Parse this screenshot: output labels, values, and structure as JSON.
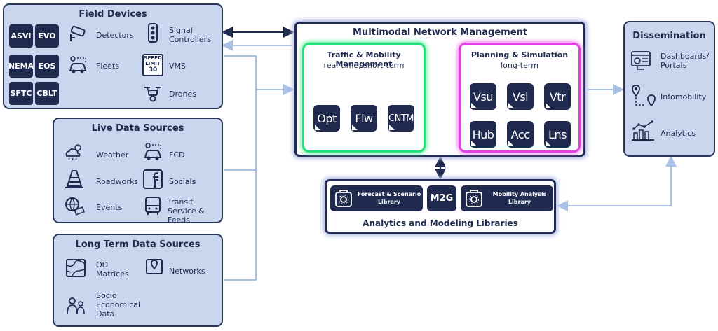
{
  "field_devices": {
    "title": "Field Devices",
    "badges": [
      "ASVI",
      "EVO",
      "NEMA",
      "EOS",
      "SFTC",
      "CBLT"
    ],
    "items": [
      {
        "label": "Detectors",
        "icon": "camera-icon"
      },
      {
        "label": "Signal Controllers",
        "icon": "traffic-light-icon"
      },
      {
        "label": "Fleets",
        "icon": "car-location-icon"
      },
      {
        "label": "VMS",
        "icon": "speed-sign-icon"
      },
      {
        "label": "Drones",
        "icon": "drone-icon"
      }
    ],
    "vms_sign": {
      "line1": "SPEED",
      "line2": "LIMIT",
      "line3": "30"
    }
  },
  "live_sources": {
    "title": "Live Data Sources",
    "items": [
      {
        "label": "Weather",
        "icon": "weather-icon"
      },
      {
        "label": "FCD",
        "icon": "car-location-icon"
      },
      {
        "label": "Roadworks",
        "icon": "cone-icon"
      },
      {
        "label": "Socials",
        "icon": "facebook-icon"
      },
      {
        "label": "Events",
        "icon": "events-icon"
      },
      {
        "label": "Transit Service & Feeds",
        "icon": "bus-icon"
      }
    ]
  },
  "long_term_sources": {
    "title": "Long Term Data Sources",
    "items": [
      {
        "label": "OD Matrices",
        "icon": "map-icon"
      },
      {
        "label": "Networks",
        "icon": "map-pin-icon"
      },
      {
        "label": "Socio Economical Data",
        "icon": "people-icon"
      }
    ]
  },
  "mnm": {
    "title": "Multimodal Network Management",
    "traffic": {
      "title": "Traffic & Mobility Management",
      "subtitle": "real-time, short-term",
      "tiles": [
        "Opt",
        "Flw",
        "CNTM"
      ]
    },
    "planning": {
      "title": "Planning & Simulation",
      "subtitle": "long-term",
      "tiles": [
        "Vsu",
        "Vsi",
        "Vtr",
        "Hub",
        "Acc",
        "Lns"
      ]
    }
  },
  "libraries": {
    "title": "Analytics and Modeling Libraries",
    "forecast": "Forecast & Scenario Library",
    "m2g": "M2G",
    "mobility": "Mobility Analysis Library"
  },
  "dissemination": {
    "title": "Dissemination",
    "items": [
      {
        "label": "Dashboards/ Portals",
        "icon": "dashboard-icon"
      },
      {
        "label": "Infomobility",
        "icon": "route-icon"
      },
      {
        "label": "Analytics",
        "icon": "analytics-icon"
      }
    ]
  },
  "colors": {
    "panel": "#c9d6ee",
    "border": "#1f2a4e",
    "traffic_glow": "#27e07a",
    "planning_glow": "#e040e0",
    "connector": "#a9c1e6"
  }
}
